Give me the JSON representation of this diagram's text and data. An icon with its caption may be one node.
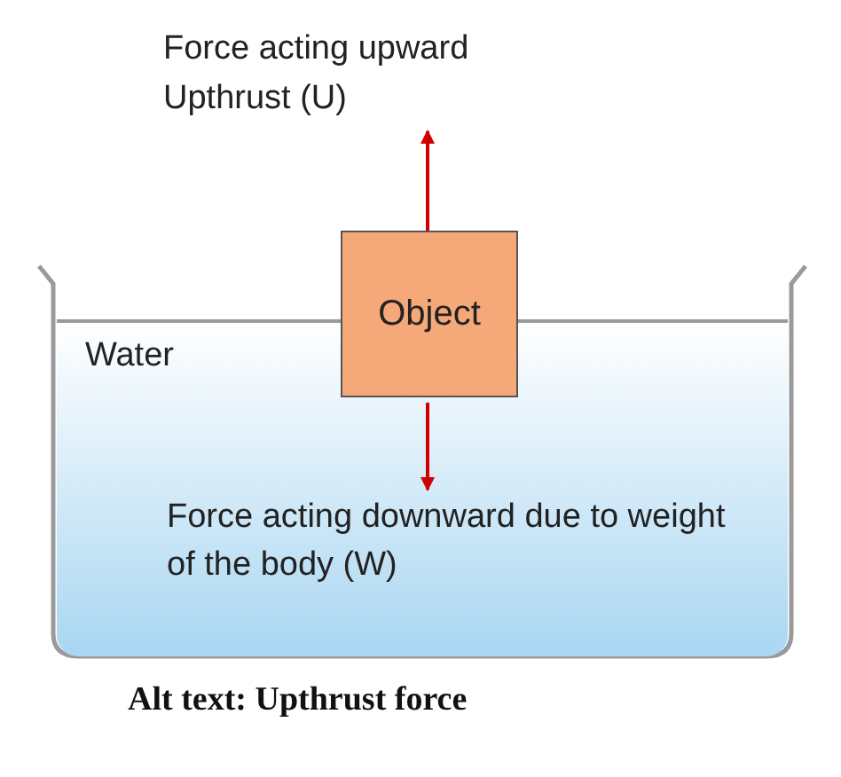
{
  "diagram": {
    "caption": "Alt text: Upthrust force",
    "nodes": [
      {
        "text": [
          "Water"
        ]
      },
      {
        "text": [
          "Object"
        ]
      }
    ],
    "labels": [
      "Force acting upward Upthrust (U)",
      "Force acting downward due to weight of the body (W)"
    ]
  }
}
